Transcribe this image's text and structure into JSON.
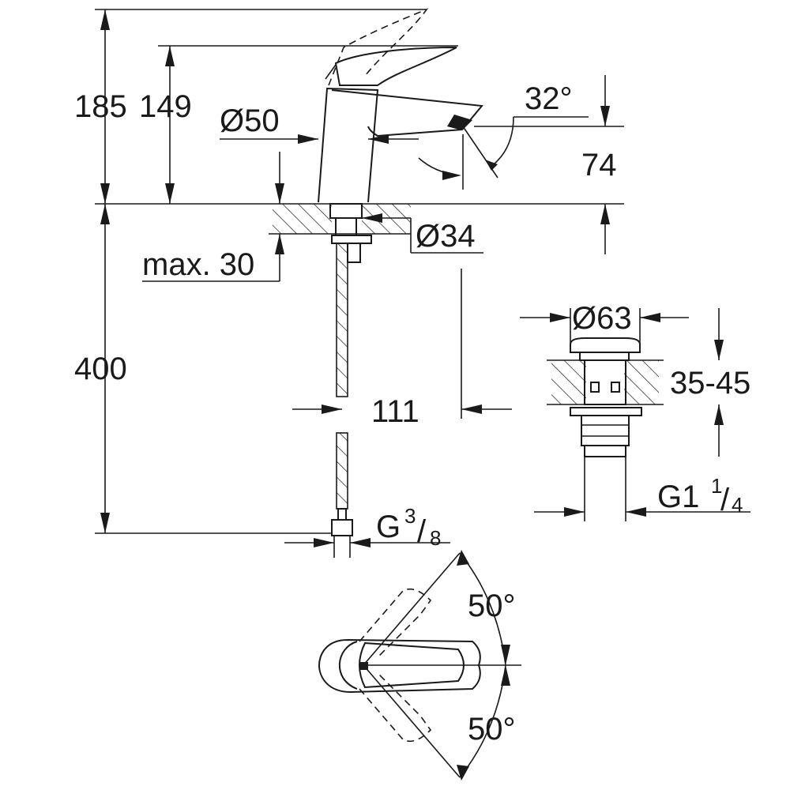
{
  "dimensions": {
    "total_height": "185",
    "spout_height": "149",
    "base_diameter": "Ø50",
    "spout_angle": "32°",
    "spout_clearance": "74",
    "hole_diameter": "Ø34",
    "max_thickness": "max. 30",
    "hose_length": "400",
    "spout_reach": "111",
    "waste_diameter": "Ø63",
    "waste_range": "35-45",
    "hose_thread": {
      "base": "G",
      "num": "3",
      "den": "8"
    },
    "waste_thread": {
      "base": "G1",
      "num": "1",
      "den": "4"
    },
    "rotation_left": "50°",
    "rotation_right": "50°"
  }
}
